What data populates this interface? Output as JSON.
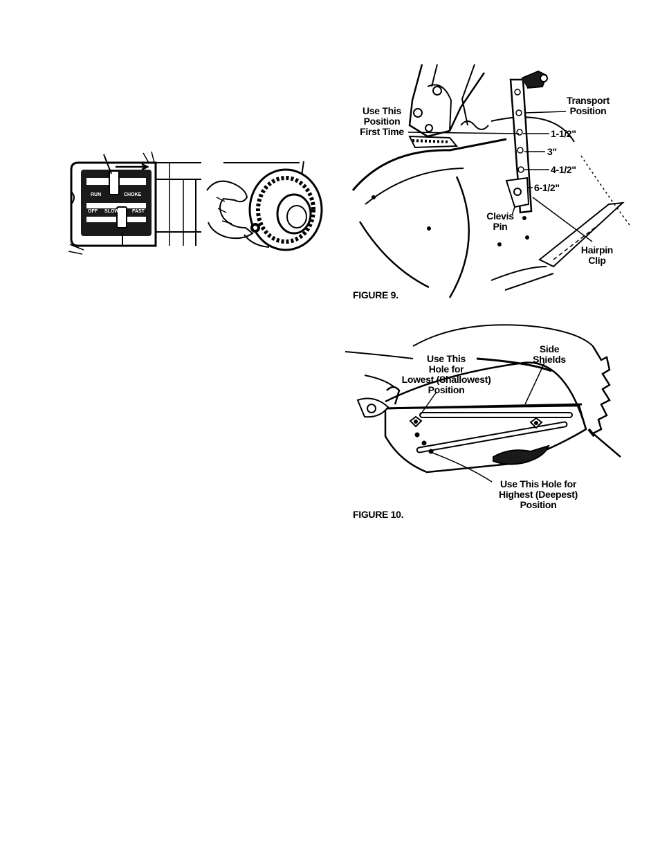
{
  "control_panel": {
    "run": "RUN",
    "choke": "CHOKE",
    "off": "OFF",
    "slow": "SLOW",
    "fast": "FAST"
  },
  "figure9": {
    "caption": "FIGURE 9.",
    "use_this_position_first_time": [
      "Use This",
      "Position",
      "First Time"
    ],
    "transport_position": [
      "Transport",
      "Position"
    ],
    "positions": [
      "1-1/2\"",
      "3\"",
      "4-1/2\"",
      "6-1/2\""
    ],
    "clevis_pin": [
      "Clevis",
      "Pin"
    ],
    "hairpin_clip": [
      "Hairpin",
      "Clip"
    ]
  },
  "figure10": {
    "caption": "FIGURE 10.",
    "lowest_hole": [
      "Use This",
      "Hole for",
      "Lowest (Shallowest)",
      "Position"
    ],
    "side_shields": [
      "Side",
      "Shields"
    ],
    "highest_hole": [
      "Use This Hole for",
      "Highest (Deepest)",
      "Position"
    ]
  }
}
